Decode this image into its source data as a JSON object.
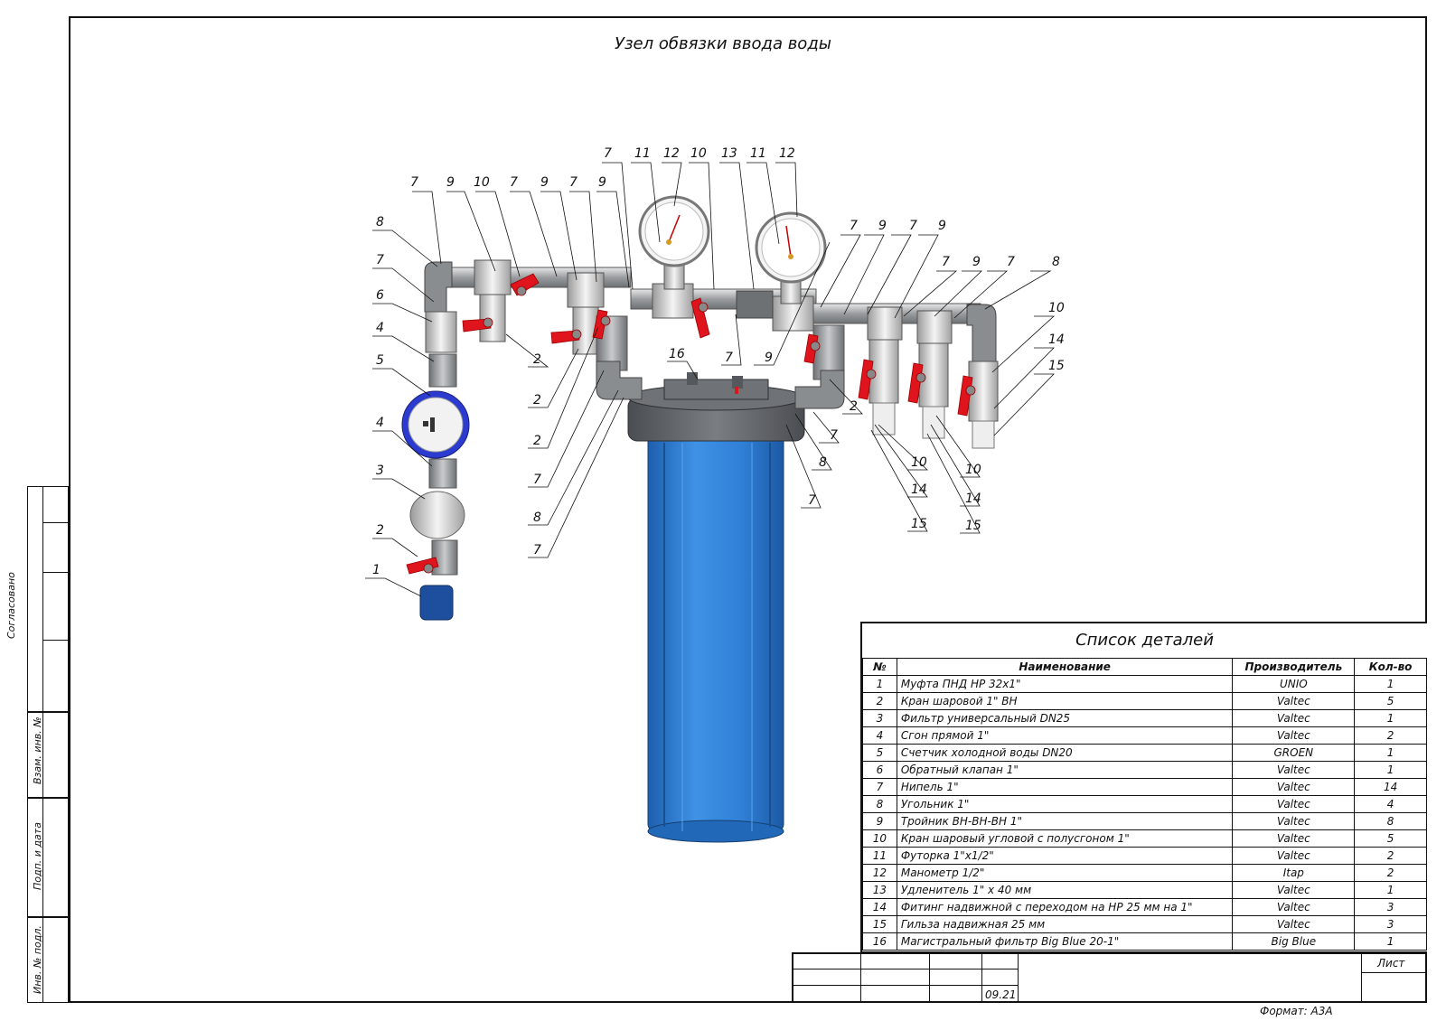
{
  "title": "Узел обвязки ввода воды",
  "side_labels": {
    "agreed": "Согласовано",
    "vzam": "Взам. инв. №",
    "podp": "Подп. и дата",
    "inv": "Инв. № подл."
  },
  "parts": {
    "title": "Список деталей",
    "headers": [
      "№",
      "Наименование",
      "Производитель",
      "Кол-во"
    ],
    "rows": [
      [
        "1",
        "Муфта ПНД НР 32х1\"",
        "UNIO",
        "1"
      ],
      [
        "2",
        "Кран шаровой 1\" ВН",
        "Valtec",
        "5"
      ],
      [
        "3",
        "Фильтр универсальный DN25",
        "Valtec",
        "1"
      ],
      [
        "4",
        "Сгон прямой 1\"",
        "Valtec",
        "2"
      ],
      [
        "5",
        "Счетчик холодной воды DN20",
        "GROEN",
        "1"
      ],
      [
        "6",
        "Обратный клапан 1\"",
        "Valtec",
        "1"
      ],
      [
        "7",
        "Нипель 1\"",
        "Valtec",
        "14"
      ],
      [
        "8",
        "Угольник 1\"",
        "Valtec",
        "4"
      ],
      [
        "9",
        "Тройник ВН-ВН-ВН 1\"",
        "Valtec",
        "8"
      ],
      [
        "10",
        "Кран шаровый угловой с полусгоном 1\"",
        "Valtec",
        "5"
      ],
      [
        "11",
        "Футорка 1\"х1/2\"",
        "Valtec",
        "2"
      ],
      [
        "12",
        "Манометр 1/2\"",
        "Itap",
        "2"
      ],
      [
        "13",
        "Удленитель 1\" х 40 мм",
        "Valtec",
        "1"
      ],
      [
        "14",
        "Фитинг надвижной с переходом на НР 25 мм на 1\"",
        "Valtec",
        "3"
      ],
      [
        "15",
        "Гильза надвижная 25 мм",
        "Valtec",
        "3"
      ],
      [
        "16",
        "Магистральный фильтр Big Blue 20-1\"",
        "Big Blue",
        "1"
      ]
    ]
  },
  "stamp": {
    "sheet_label": "Лист",
    "date": "09.21"
  },
  "format": "Формат: А3А",
  "colors": {
    "filter_blue": "#2f7fd6",
    "handle_red": "#e0141c",
    "fitting_grey": "#8a8d90",
    "chrome": "#d9d9d9",
    "meter_blue": "#2b3bd0"
  },
  "callouts": [
    "7",
    "9",
    "10",
    "7",
    "9",
    "7",
    "9",
    "7",
    "11",
    "12",
    "10",
    "13",
    "11",
    "12",
    "8",
    "7",
    "6",
    "4",
    "5",
    "4",
    "3",
    "2",
    "1",
    "2",
    "2",
    "2",
    "7",
    "8",
    "7",
    "16",
    "7",
    "9",
    "7",
    "9",
    "7",
    "9",
    "7",
    "9",
    "7",
    "8",
    "10",
    "14",
    "15",
    "2",
    "7",
    "8",
    "7",
    "10",
    "14",
    "15",
    "10",
    "14",
    "15"
  ]
}
